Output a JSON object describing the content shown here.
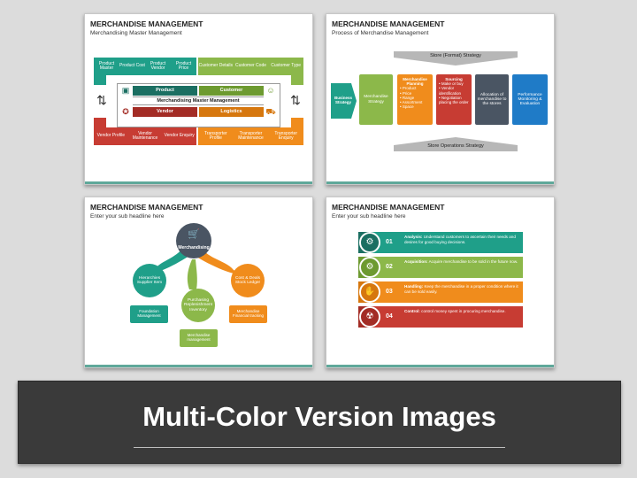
{
  "colors": {
    "teal": "#1f9f89",
    "green": "#8cb84a",
    "red": "#c73c33",
    "orange": "#f08c1c",
    "blue": "#1f7bc7",
    "darkgray": "#4a5563"
  },
  "slide1": {
    "title": "MERCHANDISE MANAGEMENT",
    "subtitle": "Merchandising Master Management",
    "top_teal": [
      "Product Master",
      "Product Cost",
      "Product Vendor",
      "Product Price"
    ],
    "top_green": [
      "Customer Details",
      "Customer Code",
      "Customer Type"
    ],
    "mid_product": "Product",
    "mid_customer": "Customer",
    "mid_center": "Merchandising Master Management",
    "mid_vendor": "Vendor",
    "mid_logistics": "Logistics",
    "bottom_red": [
      "Vendor Profile",
      "Vendor Maintenance",
      "Vendor Enquiry"
    ],
    "bottom_orange": [
      "Transporter Profile",
      "Transporter Maintenance",
      "Transporter Enquiry"
    ]
  },
  "slide2": {
    "title": "MERCHANDISE MANAGEMENT",
    "subtitle": "Process of Merchandise Management",
    "top_banner": "Store (Format) Strategy",
    "bottom_banner": "Store Operations Strategy",
    "start": "Business Strategy",
    "box1": "Merchandise Strategy",
    "box2_title": "Merchandise Planning",
    "box2_items": [
      "Product",
      "Price",
      "Range",
      "Assortment",
      "Space"
    ],
    "box3_title": "Sourcing",
    "box3_items": [
      "Make or buy",
      "Vendor identification",
      "Negotiation placing the order"
    ],
    "box4": "Allocation of merchandise to the stores",
    "box5": "Performance Monitoring & Evaluation"
  },
  "slide3": {
    "title": "MERCHANDISE MANAGEMENT",
    "subtitle": "Enter your sub headline here",
    "center": "Merchandising",
    "left": "Hierarchies Supplier Item",
    "middle": "Purchasing Replenishment Inventory",
    "right": "Cost & Deals Stock Ledger",
    "left_box": "Foundation Management",
    "middle_box": "Merchandise management",
    "right_box": "Merchandise Financial tracking"
  },
  "slide4": {
    "title": "MERCHANDISE MANAGEMENT",
    "subtitle": "Enter your sub headline here",
    "rows": [
      {
        "num": "01",
        "bold": "Analysis:",
        "text": "Understand customers to ascertain their needs and desires for good buying decisions."
      },
      {
        "num": "02",
        "bold": "Acquisition:",
        "text": "Acquire merchandise to be sold in the future now."
      },
      {
        "num": "03",
        "bold": "Handling:",
        "text": "Keep the merchandise in a proper condition where it can be sold easily."
      },
      {
        "num": "04",
        "bold": "Control:",
        "text": "control money spent in procuring merchandise."
      }
    ]
  },
  "banner": {
    "text": "Multi-Color Version Images"
  }
}
